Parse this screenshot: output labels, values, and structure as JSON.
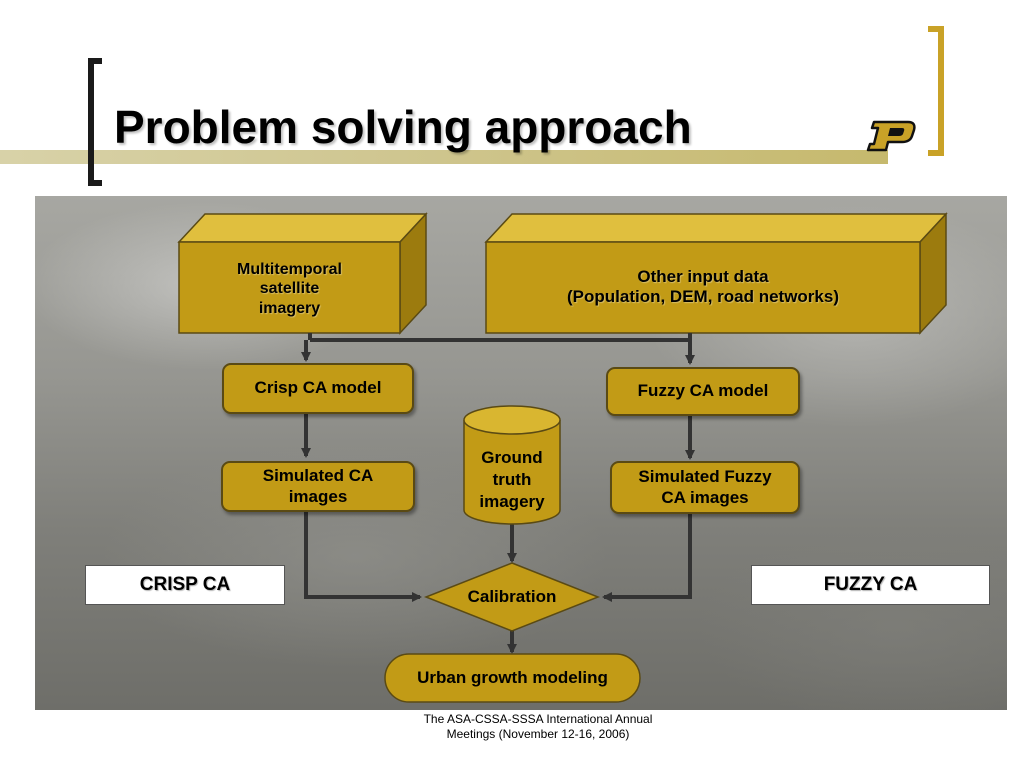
{
  "header": {
    "title": "Problem solving approach"
  },
  "diagram": {
    "nodes": {
      "satellite_input": [
        "Multitemporal",
        "satellite",
        "imagery"
      ],
      "other_input": [
        "Other input data",
        "(Population, DEM, road networks)"
      ],
      "crisp_model": "Crisp CA model",
      "fuzzy_model": "Fuzzy CA model",
      "simulated_crisp": [
        "Simulated CA",
        "images"
      ],
      "simulated_fuzzy": [
        "Simulated Fuzzy",
        "CA images"
      ],
      "ground_truth": [
        "Ground",
        "truth",
        "imagery"
      ],
      "calibration": "Calibration",
      "urban_growth": "Urban growth modeling"
    },
    "side_labels": {
      "crisp": "CRISP CA",
      "fuzzy": "FUZZY CA"
    },
    "colors": {
      "box_fill": "#c29b16",
      "box_side": "#9c7b0e",
      "arrow": "#333333"
    }
  },
  "footer": {
    "line1": "The ASA-CSSA-SSSA International Annual",
    "line2": "Meetings (November 12-16, 2006)"
  }
}
